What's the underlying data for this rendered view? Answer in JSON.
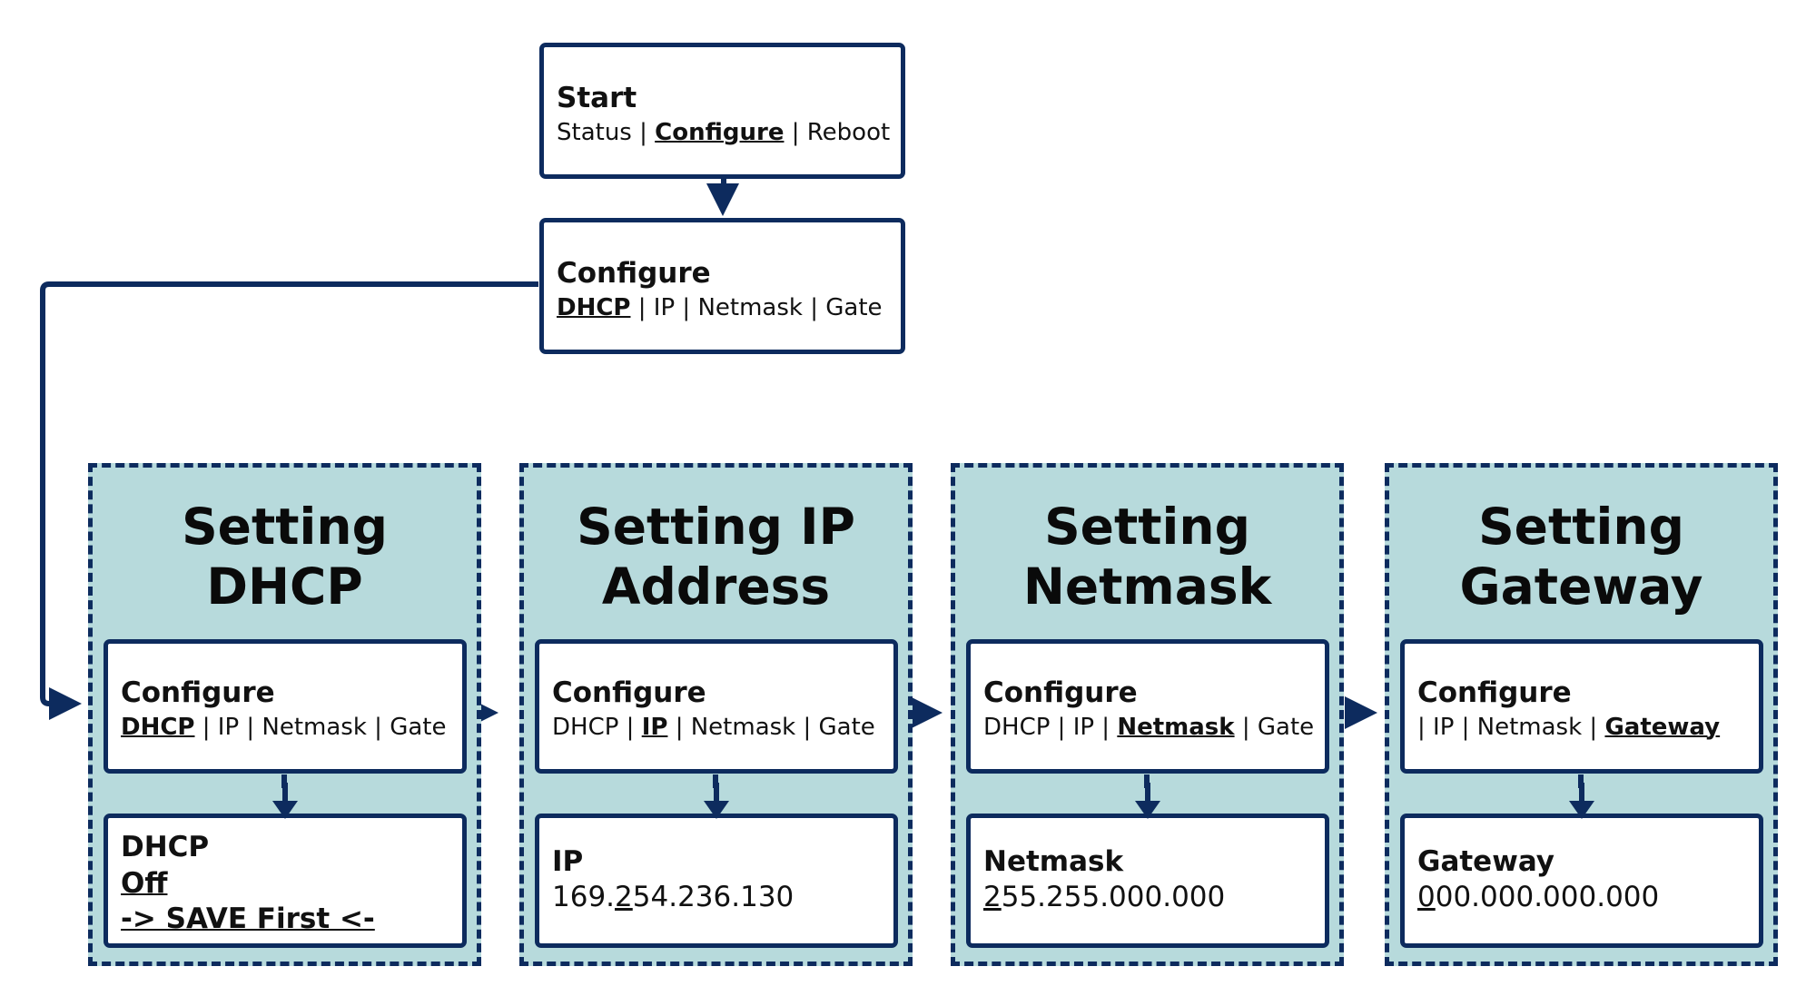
{
  "colors": {
    "navy": "#0d2b5e",
    "group_fill": "#b7dadc",
    "box_fill": "#ffffff"
  },
  "start": {
    "title": "Start",
    "options": [
      "Status",
      "Configure",
      "Reboot"
    ],
    "selected": "Configure"
  },
  "configure": {
    "title": "Configure",
    "options": [
      "DHCP",
      "IP",
      "Netmask",
      "Gate"
    ],
    "selected": "DHCP"
  },
  "groups": [
    {
      "title": "Setting\nDHCP",
      "menu": {
        "title": "Configure",
        "selected": "DHCP",
        "rest": " | IP | Netmask | Gate"
      },
      "value": {
        "title": "DHCP",
        "line1": "Off",
        "line2": "-> SAVE First <-"
      }
    },
    {
      "title": "Setting IP\nAddress",
      "menu": {
        "title": "Configure",
        "before": "DHCP | ",
        "selected": "IP",
        "after": " | Netmask | Gate"
      },
      "value": {
        "title": "IP",
        "prefix": "169.",
        "cursor": "2",
        "suffix": "54.236.130"
      }
    },
    {
      "title": "Setting\nNetmask",
      "menu": {
        "title": "Configure",
        "before": "DHCP | IP | ",
        "selected": "Netmask",
        "after": " | Gate"
      },
      "value": {
        "title": "Netmask",
        "prefix": "",
        "cursor": "2",
        "suffix": "55.255.000.000"
      }
    },
    {
      "title": "Setting\nGateway",
      "menu": {
        "title": "Configure",
        "before": "| IP | Netmask | ",
        "selected": "Gateway",
        "after": ""
      },
      "value": {
        "title": "Gateway",
        "prefix": "",
        "cursor": "0",
        "suffix": "00.000.000.000"
      }
    }
  ]
}
